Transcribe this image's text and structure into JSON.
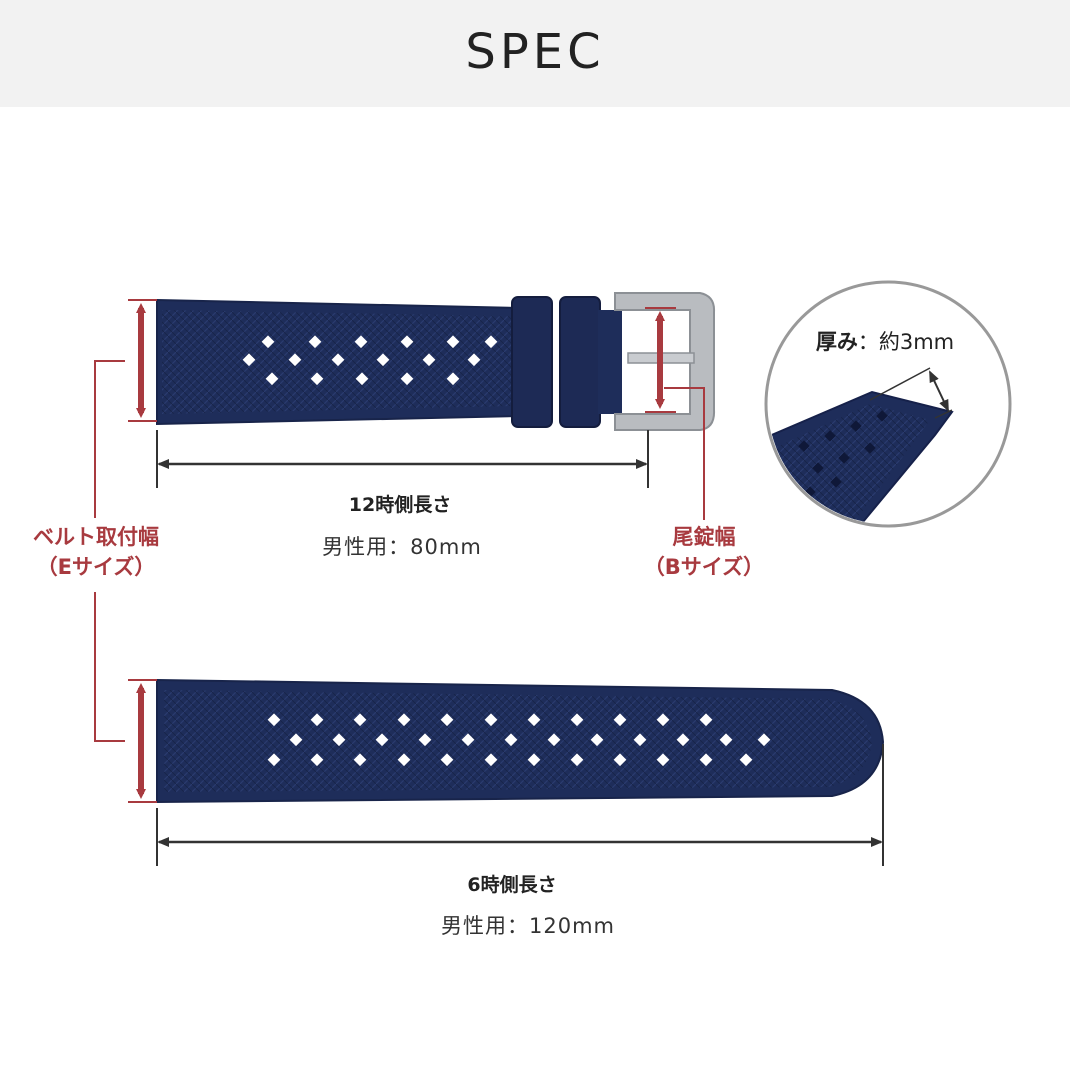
{
  "header": {
    "title": "SPEC"
  },
  "measurements": {
    "length_12": {
      "title": "12時側長さ",
      "value": "男性用：80mm"
    },
    "length_6": {
      "title": "6時側長さ",
      "value": "男性用：120mm"
    },
    "belt_width": {
      "line1": "ベルト取付幅",
      "line2": "（Eサイズ）"
    },
    "buckle_width": {
      "line1": "尾錠幅",
      "line2": "（Bサイズ）"
    },
    "thickness": {
      "label": "厚み",
      "value": "：約3mm"
    }
  },
  "colors": {
    "strap": "#1e2d5a",
    "accent": "#a83a3f",
    "dimension_line": "#333333",
    "header_bg": "#f2f2f2"
  }
}
